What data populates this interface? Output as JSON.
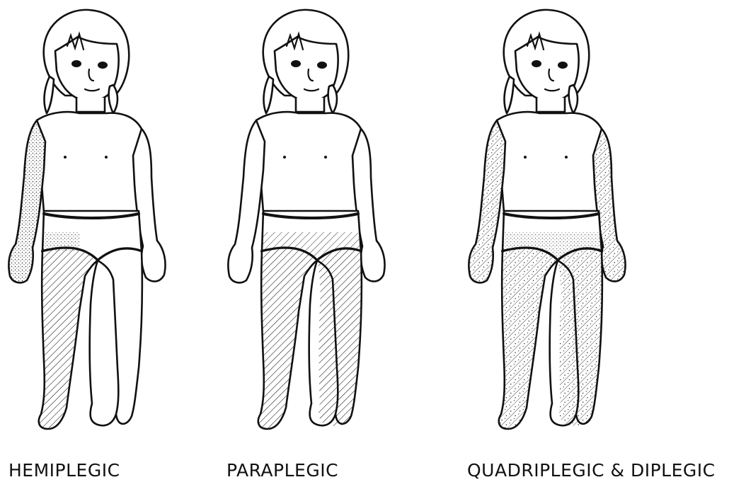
{
  "figures": [
    {
      "label": "HEMIPLEGIC",
      "affected": [
        "right-arm",
        "right-leg"
      ],
      "pattern": "hatch"
    },
    {
      "label": "PARAPLEGIC",
      "affected": [
        "both-legs"
      ],
      "pattern": "hatch"
    },
    {
      "label": "QUADRIPLEGIC & DIPLEGIC",
      "affected": [
        "both-arms",
        "both-legs"
      ],
      "pattern": "dots-and-hatch"
    }
  ],
  "colors": {
    "ink": "#111111",
    "paper": "#ffffff"
  }
}
